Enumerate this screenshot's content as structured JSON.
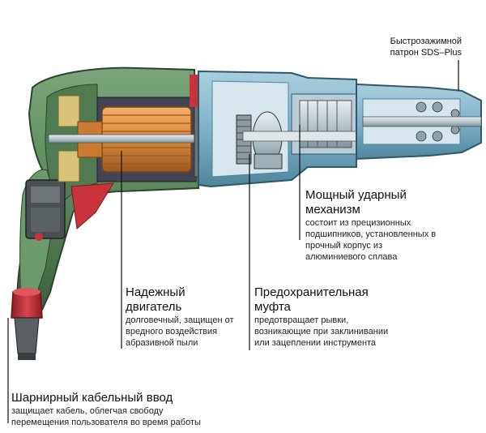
{
  "labels": {
    "chuck": {
      "line1": "Быстрозажимной",
      "line2": "патрон SDS–Plus"
    },
    "impact": {
      "title1": "Мощный ударный",
      "title2": "механизм",
      "desc1": "состоит из прецизионных",
      "desc2": "подшипников, установленных в",
      "desc3": "прочный корпус из",
      "desc4": "алюминиевого сплава"
    },
    "motor": {
      "title1": "Надежный",
      "title2": "двигатель",
      "desc1": "долговечный, защищен от",
      "desc2": "вредного воздействия",
      "desc3": "абразивной пыли"
    },
    "clutch": {
      "title1": "Предохранительная",
      "title2": "муфта",
      "desc1": "предотвращает рывки,",
      "desc2": "возникающие при заклинивании",
      "desc3": "или зацеплении инструмента"
    },
    "cable": {
      "title1": "Шарнирный кабельный ввод",
      "desc1": "защищает кабель, облегчая свободу",
      "desc2": "перемещения пользователя во время работы"
    }
  },
  "colors": {
    "housing_green": "#5b8a5b",
    "housing_dark": "#3d5f40",
    "accent_red": "#c8323a",
    "motor_copper": "#d9893a",
    "gearbox_blue": "#7fb2c8",
    "metal_light": "#c9d6dc",
    "leader_line": "#111111"
  }
}
